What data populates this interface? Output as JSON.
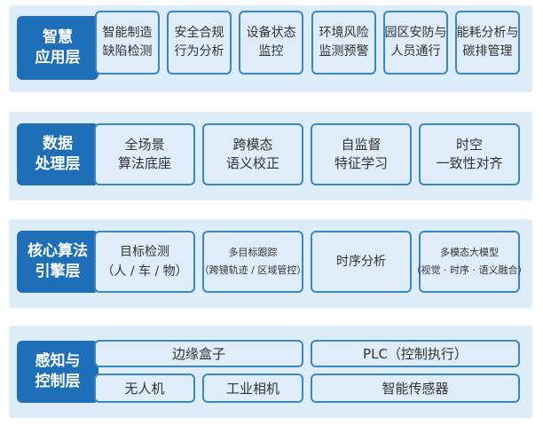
{
  "layers": [
    {
      "title": [
        "智慧",
        "应用层"
      ],
      "modules": [
        [
          "智能制造",
          "缺陷检测"
        ],
        [
          "安全合规",
          "行为分析"
        ],
        [
          "设备状态",
          "监控"
        ],
        [
          "环境风险",
          "监测预警"
        ],
        [
          "园区安防与",
          "人员通行"
        ],
        [
          "能耗分析与",
          "碳排管理"
        ]
      ]
    },
    {
      "title": [
        "数据",
        "处理层"
      ],
      "modules": [
        [
          "全场景",
          "算法底座"
        ],
        [
          "跨模态",
          "语义校正"
        ],
        [
          "自监督",
          "特征学习"
        ],
        [
          "时空",
          "一致性对齐"
        ]
      ]
    },
    {
      "title": [
        "核心算法",
        "引擎层"
      ],
      "modules": [
        [
          "目标检测",
          "（人 / 车 / 物）"
        ],
        [
          "多目标跟踪",
          "（跨镜轨迹 / 区域管控）"
        ],
        [
          "时序分析"
        ],
        [
          "多模态大模型",
          "（视觉 · 时序 · 语义融合）"
        ]
      ]
    },
    {
      "title": [
        "感知与",
        "控制层"
      ],
      "modules": [
        [
          "边缘盒子"
        ],
        [
          "PLC（控制执行）"
        ],
        [
          "无人机"
        ],
        [
          "工业相机"
        ],
        [
          "智能传感器"
        ]
      ]
    }
  ]
}
